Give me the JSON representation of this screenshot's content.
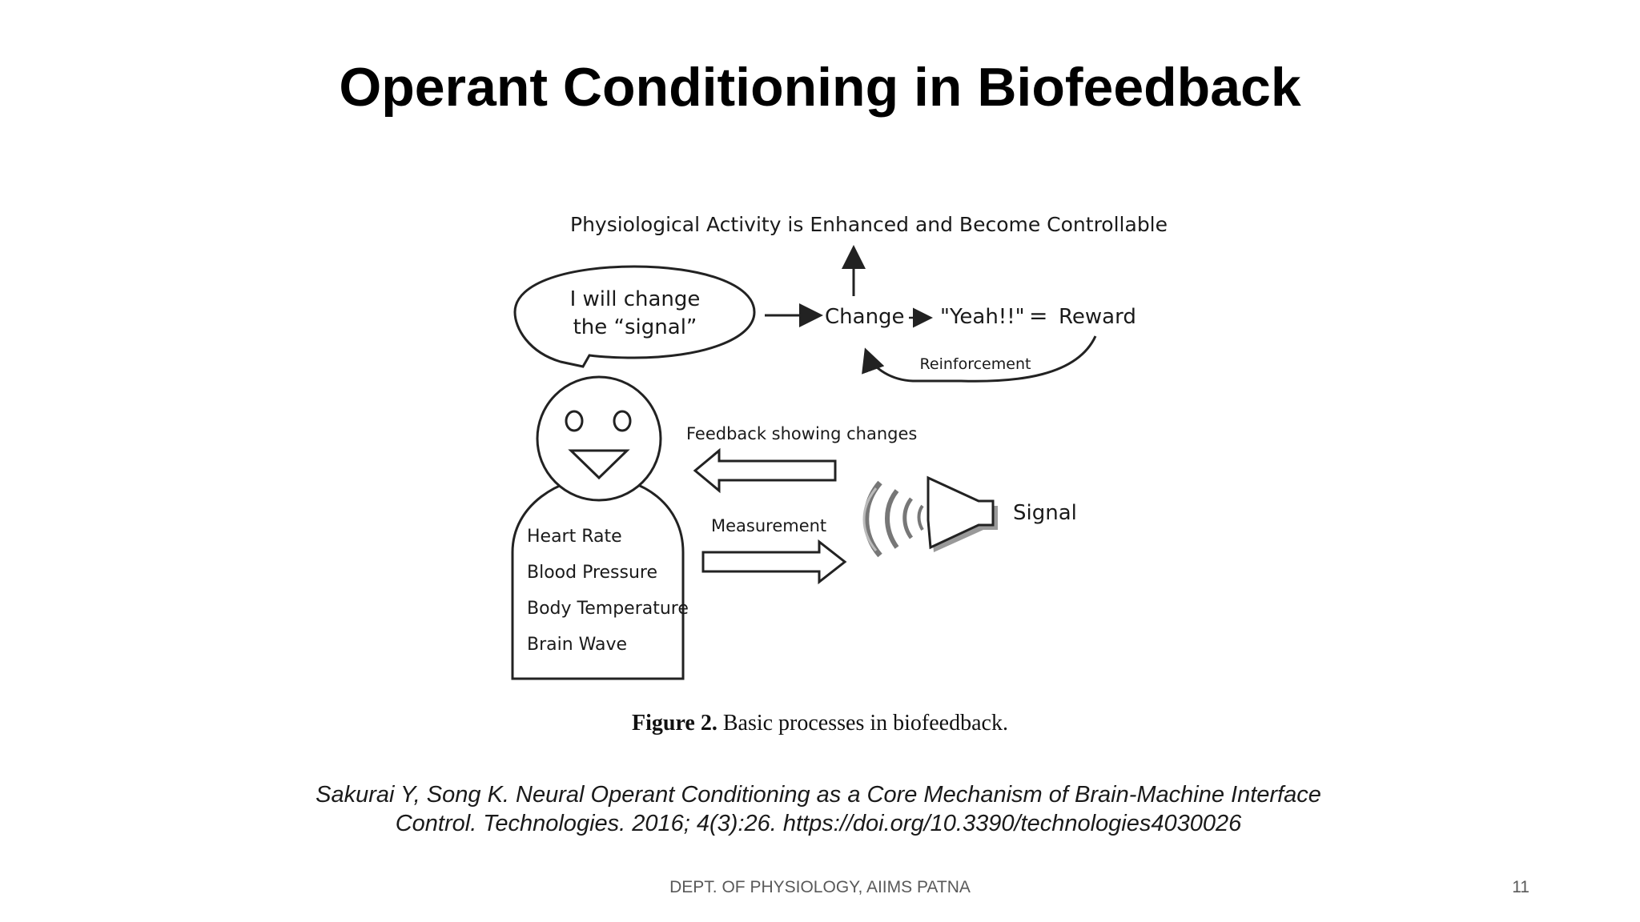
{
  "slide": {
    "title": "Operant Conditioning in Biofeedback",
    "footer": "DEPT. OF PHYSIOLOGY, AIIMS PATNA",
    "page_number": "11"
  },
  "diagram": {
    "top_label": "Physiological Activity is Enhanced and Become Controllable",
    "speech_line1": "I will change",
    "speech_line2": "the “signal”",
    "change": "Change",
    "yeah": "\"Yeah!!\"",
    "equals": "=",
    "reward": "Reward",
    "reinforcement": "Reinforcement",
    "feedback_label": "Feedback showing changes",
    "measurement_label": "Measurement",
    "signal_label": "Signal",
    "body_items": [
      "Heart Rate",
      "Blood Pressure",
      "Body Temperature",
      "Brain Wave"
    ]
  },
  "caption": {
    "label": "Figure 2.",
    "text": "Basic processes in biofeedback."
  },
  "citation": {
    "line1": "Sakurai Y, Song K. Neural Operant Conditioning as a Core Mechanism of Brain-Machine Interface",
    "line2": "Control. Technologies. 2016; 4(3):26. https://doi.org/10.3390/technologies4030026"
  }
}
